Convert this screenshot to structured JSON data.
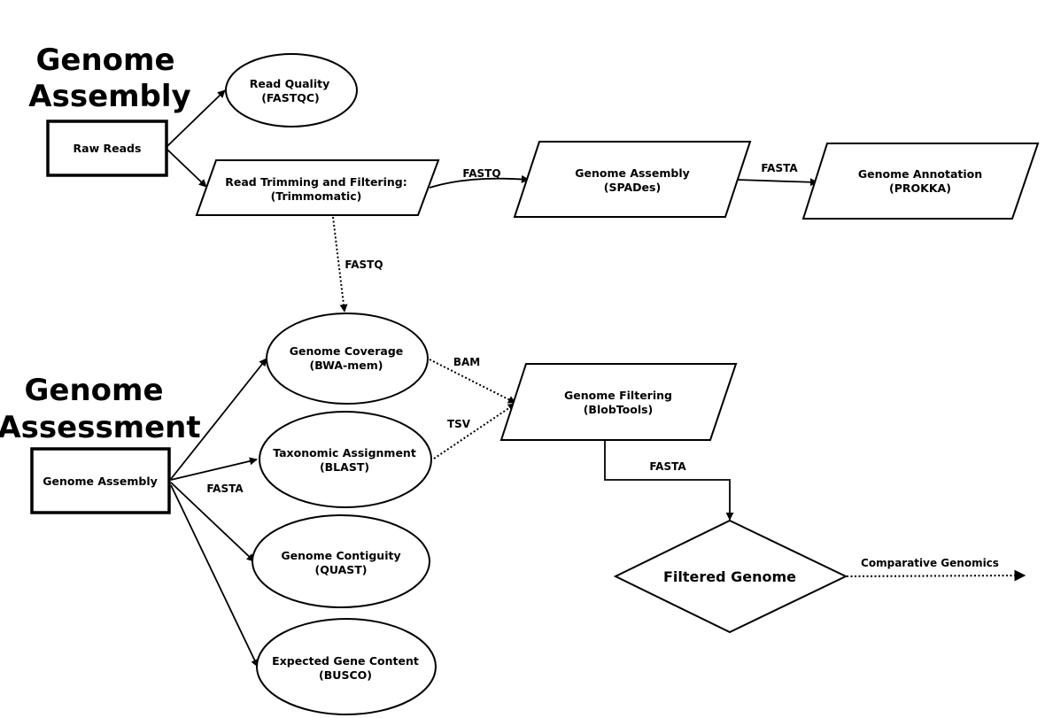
{
  "sections": {
    "assembly_title": [
      "Genome",
      "Assembly"
    ],
    "assessment_title": [
      "Genome",
      "Assessment"
    ]
  },
  "nodes": {
    "raw_reads": {
      "label": "Raw Reads"
    },
    "read_quality": {
      "line1": "Read Quality",
      "line2": "(FASTQC)"
    },
    "read_trimming": {
      "line1": "Read Trimming and Filtering:",
      "line2": "(Trimmomatic)"
    },
    "genome_assembly_spades": {
      "line1": "Genome Assembly",
      "line2": "(SPADes)"
    },
    "genome_annotation": {
      "line1": "Genome Annotation",
      "line2": "(PROKKA)"
    },
    "genome_assembly_input": {
      "label": "Genome Assembly"
    },
    "genome_coverage": {
      "line1": "Genome Coverage",
      "line2": "(BWA-mem)"
    },
    "taxonomic_assignment": {
      "line1": "Taxonomic Assignment",
      "line2": "(BLAST)"
    },
    "genome_contiguity": {
      "line1": "Genome Contiguity",
      "line2": "(QUAST)"
    },
    "expected_gene_content": {
      "line1": "Expected Gene Content",
      "line2": "(BUSCO)"
    },
    "genome_filtering": {
      "line1": "Genome Filtering",
      "line2": "(BlobTools)"
    },
    "filtered_genome": {
      "label": "Filtered Genome"
    }
  },
  "edge_labels": {
    "trim_to_assembly": "FASTQ",
    "assembly_to_annotation": "FASTA",
    "trim_to_coverage": "FASTQ",
    "assembly_to_assessment": "FASTA",
    "coverage_to_filtering": "BAM",
    "taxonomy_to_filtering": "TSV",
    "filtering_to_filtered": "FASTA",
    "filtered_to_comparative": "Comparative Genomics"
  },
  "colors": {
    "stroke": "#000000",
    "fill": "#ffffff"
  }
}
